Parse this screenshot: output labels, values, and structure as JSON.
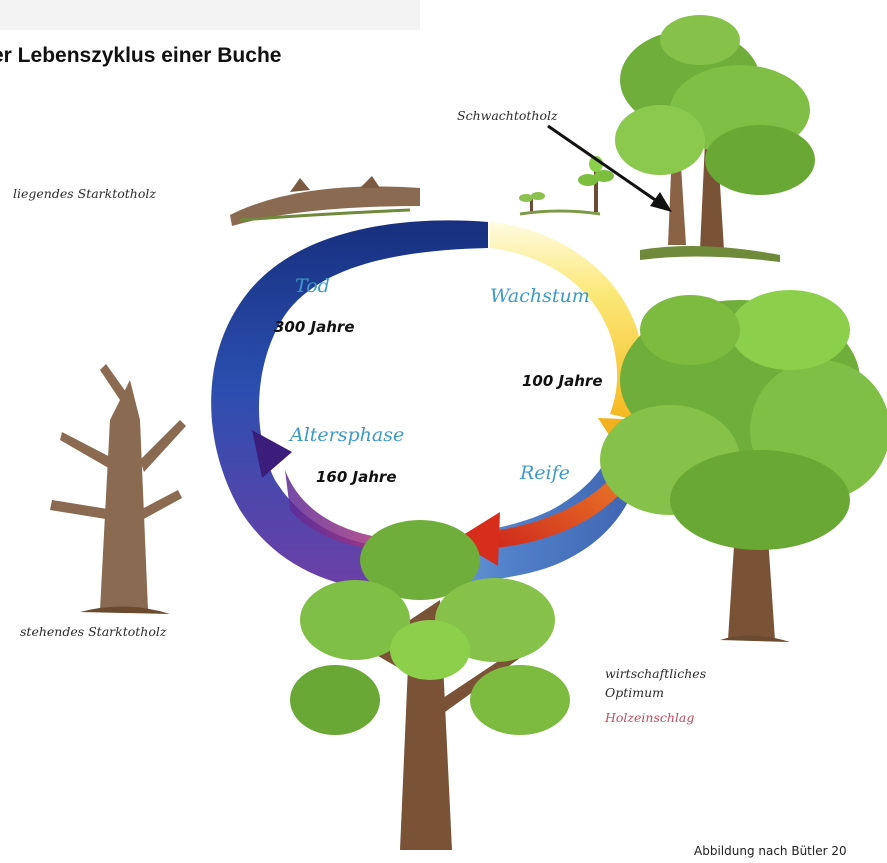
{
  "title": "er Lebenszyklus einer Buche",
  "labels": {
    "schwachtotholz": "Schwachtotholz",
    "liegendes": "liegendes Starktotholz",
    "stehendes": "stehendes Starktotholz",
    "optimum_line1": "wirtschaftliches",
    "optimum_line2": "Optimum",
    "holzeinschlag": "Holzeinschlag"
  },
  "phases": {
    "tod": "Tod",
    "wachstum": "Wachstum",
    "altersphase": "Altersphase",
    "reife": "Reife"
  },
  "ages": {
    "age_300": "300 Jahre",
    "age_100": "100 Jahre",
    "age_160": "160 Jahre"
  },
  "credit": "Abbildung nach Bütler 20",
  "colors": {
    "phase_text": "#3d9bc9",
    "holzeinschlag": "#c9485b",
    "cycle_blue": "#1f3a8a",
    "cycle_yellow": "#f6d21e",
    "cycle_red": "#d8301e",
    "foliage": "#7ab83f",
    "trunk": "#7a5236"
  },
  "icons": [
    "seedling-icon",
    "sapling-icon",
    "young-beech-icon",
    "mature-beech-icon",
    "old-beech-icon",
    "standing-deadwood-icon",
    "lying-deadwood-icon"
  ]
}
